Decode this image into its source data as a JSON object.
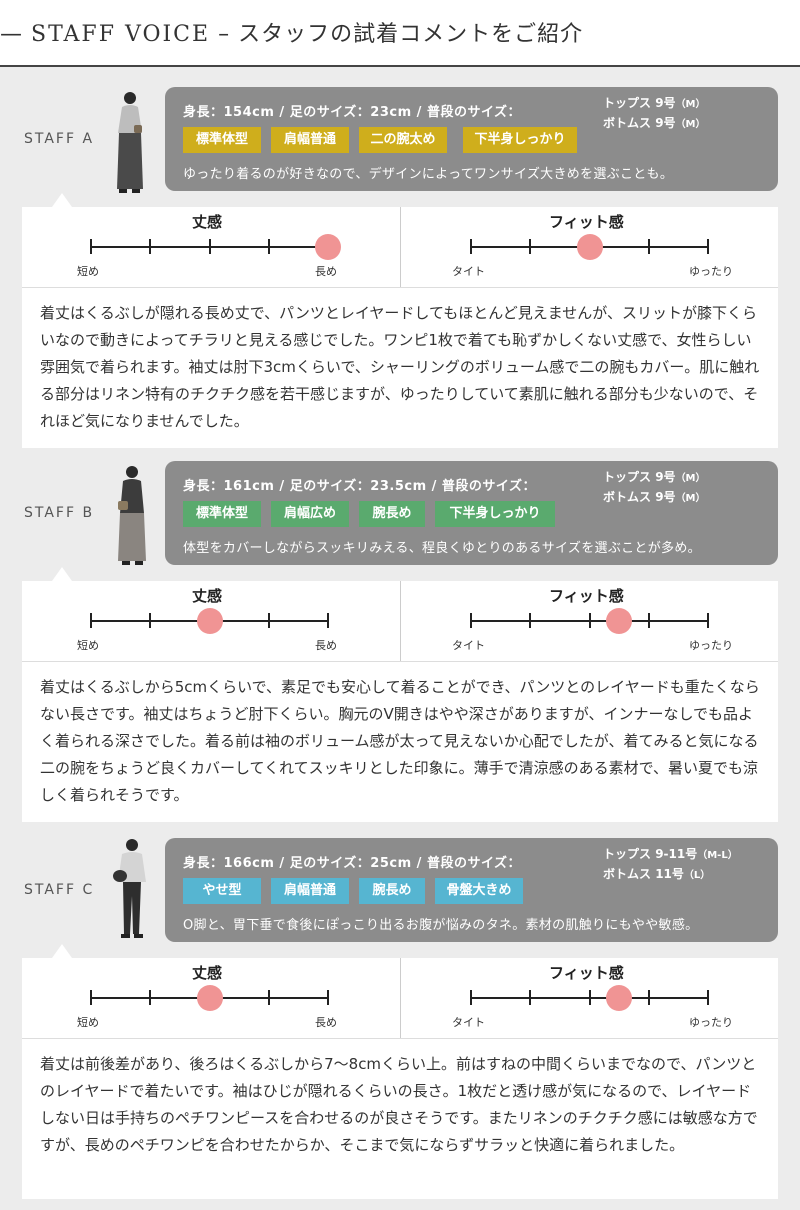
{
  "header": {
    "title_en": "STAFF VOICE",
    "title_ja": "スタッフの試着コメントをご紹介"
  },
  "staff": [
    {
      "label": "STAFF A",
      "stats": "身長：154cm / 足のサイズ：23cm / 普段のサイズ：",
      "tops_label": "トップス",
      "tops_size": "9号",
      "tops_note": "（M）",
      "bottoms_label": "ボトムス",
      "bottoms_size": "9号",
      "bottoms_note": "（M）",
      "tag_color": "#cfae1c",
      "tags": [
        "標準体型",
        "肩幅普通",
        "二の腕太め",
        "下半身しっかり"
      ],
      "description": "ゆったり着るのが好きなので、デザインによってワンサイズ大きめを選ぶことも。",
      "length_title": "丈感",
      "length_level": 4,
      "length_min_label": "短め",
      "length_max_label": "長め",
      "fit_title": "フィット感",
      "fit_level": 2,
      "fit_min_label": "タイト",
      "fit_max_label": "ゆったり",
      "comment": "着丈はくるぶしが隠れる長め丈で、パンツとレイヤードしてもほとんど見えませんが、スリットが膝下くらいなので動きによってチラリと見える感じでした。ワンピ1枚で着ても恥ずかしくない丈感で、女性らしい雰囲気で着られます。袖丈は肘下3cmくらいで、シャーリングのボリューム感で二の腕もカバー。肌に触れる部分はリネン特有のチクチク感を若干感じますが、ゆったりしていて素肌に触れる部分も少ないので、それほど気になりませんでした。"
    },
    {
      "label": "STAFF B",
      "stats": "身長：161cm / 足のサイズ：23.5cm / 普段のサイズ：",
      "tops_label": "トップス",
      "tops_size": "9号",
      "tops_note": "（M）",
      "bottoms_label": "ボトムス",
      "bottoms_size": "9号",
      "bottoms_note": "（M）",
      "tag_color": "#5aaa6e",
      "tags": [
        "標準体型",
        "肩幅広め",
        "腕長め",
        "下半身しっかり"
      ],
      "description": "体型をカバーしながらスッキリみえる、程良くゆとりのあるサイズを選ぶことが多め。",
      "length_title": "丈感",
      "length_level": 2,
      "length_min_label": "短め",
      "length_max_label": "長め",
      "fit_title": "フィット感",
      "fit_level": 2.5,
      "fit_min_label": "タイト",
      "fit_max_label": "ゆったり",
      "comment": "着丈はくるぶしから5cmくらいで、素足でも安心して着ることができ、パンツとのレイヤードも重たくならない長さです。袖丈はちょうど肘下くらい。胸元のV開きはやや深さがありますが、インナーなしでも品よく着られる深さでした。着る前は袖のボリューム感が太って見えないか心配でしたが、着てみると気になる二の腕をちょうど良くカバーしてくれてスッキリとした印象に。薄手で清涼感のある素材で、暑い夏でも涼しく着られそうです。"
    },
    {
      "label": "STAFF C",
      "stats": "身長：166cm / 足のサイズ：25cm / 普段のサイズ：",
      "tops_label": "トップス",
      "tops_size": "9-11号",
      "tops_note": "（M-L）",
      "bottoms_label": "ボトムス",
      "bottoms_size": "11号",
      "bottoms_note": "（L）",
      "tag_color": "#56b5d1",
      "tags": [
        "やせ型",
        "肩幅普通",
        "腕長め",
        "骨盤大きめ"
      ],
      "description": "O脚と、胃下垂で食後にぽっこり出るお腹が悩みのタネ。素材の肌触りにもやや敏感。",
      "length_title": "丈感",
      "length_level": 2,
      "length_min_label": "短め",
      "length_max_label": "長め",
      "fit_title": "フィット感",
      "fit_level": 2.5,
      "fit_min_label": "タイト",
      "fit_max_label": "ゆったり",
      "comment": "着丈は前後差があり、後ろはくるぶしから7〜8cmくらい上。前はすねの中間くらいまでなので、パンツとのレイヤードで着たいです。袖はひじが隠れるくらいの長さ。1枚だと透け感が気になるので、レイヤードしない日は手持ちのペチワンピースを合わせるのが良さそうです。またリネンのチクチク感には敏感な方ですが、長めのペチワンピを合わせたからか、そこまで気にならずサラッと快適に着られました。"
    }
  ]
}
